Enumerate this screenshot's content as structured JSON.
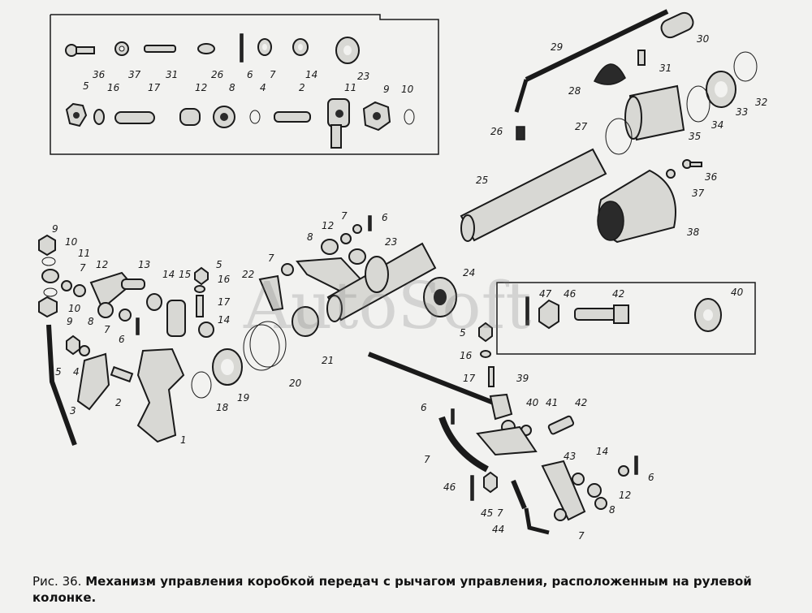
{
  "caption": {
    "figure": "Рис. 36.",
    "text": "Механизм управления коробкой передач с рычагом управления, расположенным на рулевой колонке."
  },
  "watermark": "AutoSoft",
  "inset_top_labels": [
    "36",
    "37",
    "31",
    "26",
    "6",
    "7",
    "14",
    "23",
    "5",
    "16",
    "17",
    "12",
    "8",
    "4",
    "2",
    "11",
    "9",
    "10"
  ],
  "upper_right_labels": [
    "29",
    "30",
    "31",
    "28",
    "32",
    "33",
    "34",
    "35",
    "26",
    "27",
    "25",
    "36",
    "37",
    "38"
  ],
  "inset_right_labels": [
    "47",
    "46",
    "42",
    "40"
  ],
  "left_labels": [
    "9",
    "10",
    "11",
    "7",
    "12",
    "13",
    "14",
    "15",
    "5",
    "16",
    "10",
    "8",
    "7",
    "6",
    "9",
    "17",
    "14",
    "5",
    "4",
    "3",
    "2",
    "1"
  ],
  "center_labels": [
    "22",
    "7",
    "12",
    "7",
    "6",
    "8",
    "23",
    "24",
    "21",
    "20",
    "19",
    "18",
    "5",
    "16",
    "17",
    "39"
  ],
  "lower_right_labels": [
    "6",
    "40",
    "41",
    "42",
    "7",
    "43",
    "14",
    "46",
    "45",
    "7",
    "12",
    "6",
    "8",
    "44",
    "7"
  ]
}
